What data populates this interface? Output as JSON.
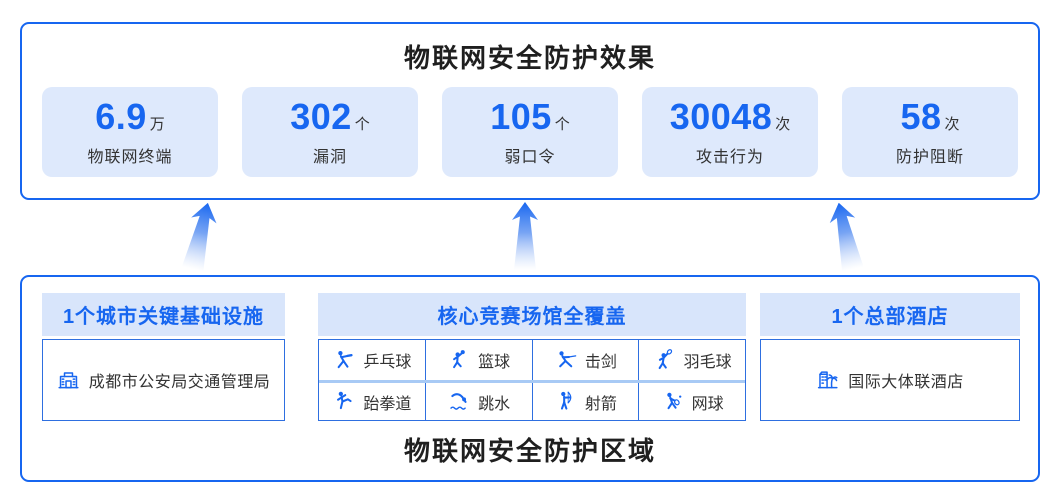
{
  "colors": {
    "accent": "#1766F0",
    "panel_border": "#1766F0",
    "card_background": "#DEE9FC",
    "band_background": "#D8E5FB",
    "inner_box_border": "#2E6FE0",
    "row_divider": "#A8CAF5",
    "dark_text": "#333333",
    "title_text": "#1F1F1F"
  },
  "top_panel": {
    "title": "物联网安全防护效果",
    "stats": [
      {
        "value": "6.9",
        "unit": "万",
        "label": "物联网终端",
        "icon": null
      },
      {
        "value": "302",
        "unit": "个",
        "label": "漏洞",
        "icon": null
      },
      {
        "value": "105",
        "unit": "个",
        "label": "弱口令",
        "icon": null
      },
      {
        "value": "30048",
        "unit": "次",
        "label": "攻击行为",
        "icon": null
      },
      {
        "value": "58",
        "unit": "次",
        "label": "防护阻断",
        "icon": null
      }
    ]
  },
  "arrows": {
    "count": 3,
    "direction": "up",
    "style": "blue gradient fading downward"
  },
  "bottom_panel": {
    "title": "物联网安全防护区域",
    "infrastructure": {
      "header": "1个城市关键基础设施",
      "item": {
        "icon": "government-building-icon",
        "label": "成都市公安局交通管理局"
      }
    },
    "venues": {
      "header": "核心竞赛场馆全覆盖",
      "items": [
        {
          "icon": "table-tennis-icon",
          "label": "乒乓球"
        },
        {
          "icon": "basketball-icon",
          "label": "篮球"
        },
        {
          "icon": "fencing-icon",
          "label": "击剑"
        },
        {
          "icon": "badminton-icon",
          "label": "羽毛球"
        },
        {
          "icon": "taekwondo-icon",
          "label": "跆拳道"
        },
        {
          "icon": "diving-icon",
          "label": "跳水"
        },
        {
          "icon": "archery-icon",
          "label": "射箭"
        },
        {
          "icon": "tennis-icon",
          "label": "网球"
        }
      ]
    },
    "hotel": {
      "header": "1个总部酒店",
      "item": {
        "icon": "hotel-icon",
        "label": "国际大体联酒店"
      }
    }
  }
}
